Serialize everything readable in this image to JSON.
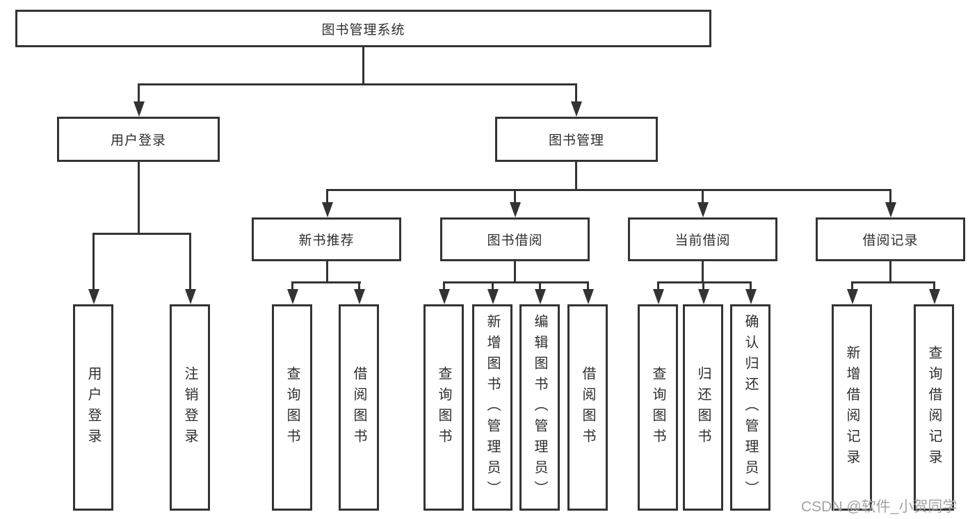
{
  "diagram": {
    "root": {
      "label": "图书管理系统"
    },
    "level2": [
      {
        "label": "用户登录",
        "children": [
          {
            "label": "用户登录"
          },
          {
            "label": "注销登录"
          }
        ]
      },
      {
        "label": "图书管理",
        "children": [
          {
            "label": "新书推荐",
            "children": [
              {
                "label": "查询图书"
              },
              {
                "label": "借阅图书"
              }
            ]
          },
          {
            "label": "图书借阅",
            "children": [
              {
                "label": "查询图书"
              },
              {
                "label": "新增图书（管理员）"
              },
              {
                "label": "编辑图书（管理员）"
              },
              {
                "label": "借阅图书"
              }
            ]
          },
          {
            "label": "当前借阅",
            "children": [
              {
                "label": "查询图书"
              },
              {
                "label": "归还图书"
              },
              {
                "label": "确认归还（管理员）"
              }
            ]
          },
          {
            "label": "借阅记录",
            "children": [
              {
                "label": "新增借阅记录"
              },
              {
                "label": "查询借阅记录"
              }
            ]
          }
        ]
      }
    ]
  },
  "watermark": {
    "text": "CSDN @软件_小贺同学"
  },
  "colors": {
    "line": "#333333",
    "text": "#2e2e2e",
    "watermark": "#a3a3a3",
    "background": "#ffffff"
  }
}
